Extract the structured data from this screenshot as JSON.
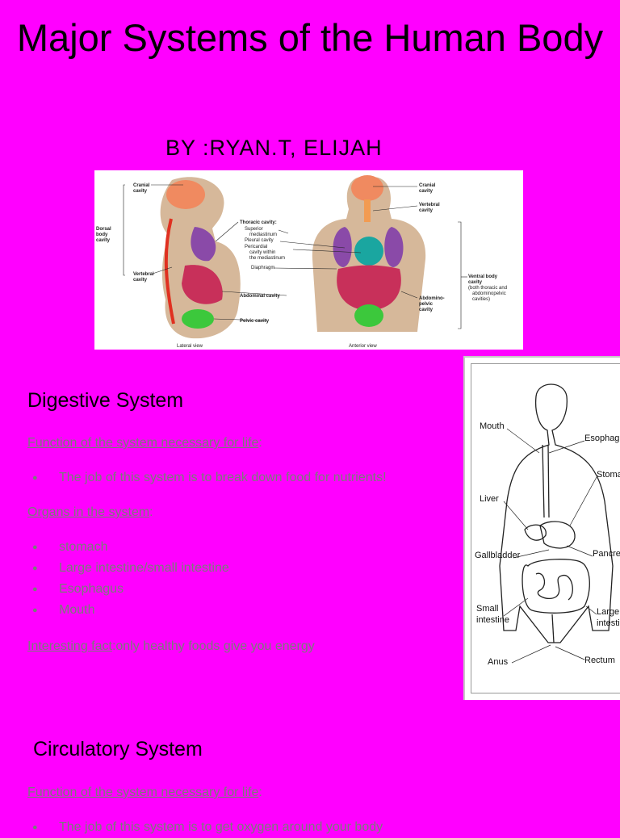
{
  "title": "Major Systems of the Human Body",
  "byline": "BY :RYAN.T, ELIJAH",
  "cavity_figure": {
    "labels": {
      "cranial_left": "Cranial\ncavity",
      "dorsal": "Dorsal\nbody\ncavity",
      "vertebral_left": "Vertebral\ncavity",
      "thoracic": "Thoracic cavity:",
      "superior": "Superior\nmediastinum",
      "pleural": "Pleural cavity",
      "pericardial": "Pericardial\ncavity within\nthe mediastinum",
      "diaphragm": "Diaphragm",
      "abdominal": "Abdominal cavity",
      "pelvic": "Pelvic cavity",
      "cranial_right": "Cranial\ncavity",
      "vertebral_right": "Vertebral\ncavity",
      "ventral": "Ventral body\ncavity\n(both thoracic and\nabdominopelvic\ncavities)",
      "abdomino": "Abdomino-\npelvic\ncavity",
      "lateral_view": "Lateral view",
      "anterior_view": "Anterior view"
    }
  },
  "digestive_figure": {
    "labels": {
      "mouth": "Mouth",
      "esophagus": "Esophagus",
      "stomach": "Stomach",
      "liver": "Liver",
      "gallbladder": "Gallbladder",
      "pancreas": "Pancreas",
      "small_intestine": "Small\nintestine",
      "large_intestine": "Large\nintestine",
      "anus": "Anus",
      "rectum": "Rectum"
    }
  },
  "digestive": {
    "heading": "Digestive System",
    "function_label": "Function of the system necessary for life",
    "function_colon": ":",
    "function_items": [
      "The job of this system is  to break down food for nutrients!"
    ],
    "organs_label": "Organs in the system",
    "organs_colon": ":",
    "organs": [
      "stomach",
      "Large intestine/small intestine",
      "Esophagus",
      "Mouth"
    ],
    "fact_label": "Interesting fact",
    "fact_text": ":only healthy foods give you energy"
  },
  "circulatory": {
    "heading": "Circulatory System",
    "function_label": "Function of the system necessary for life",
    "function_colon": ":",
    "function_items": [
      "The job of this system is to get oxygen around your body"
    ]
  }
}
